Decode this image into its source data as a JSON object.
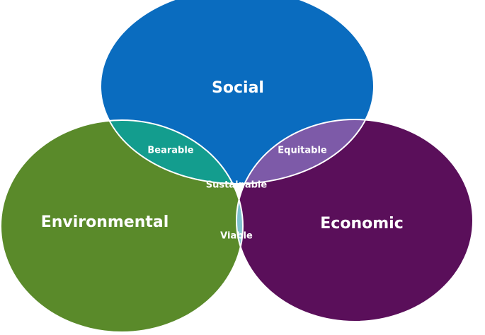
{
  "diagram": {
    "type": "venn-3",
    "sets": [
      {
        "id": "social",
        "label": "Social",
        "color": "#0a6cbf"
      },
      {
        "id": "environmental",
        "label": "Environmental",
        "color": "#5a8a2a"
      },
      {
        "id": "economic",
        "label": "Economic",
        "color": "#5a0f5a"
      }
    ],
    "intersections": [
      {
        "id": "bearable",
        "sets": [
          "social",
          "environmental"
        ],
        "label": "Bearable",
        "color": "#139d8e"
      },
      {
        "id": "equitable",
        "sets": [
          "social",
          "economic"
        ],
        "label": "Equitable",
        "color": "#7d5aa8"
      },
      {
        "id": "viable",
        "sets": [
          "environmental",
          "economic"
        ],
        "label": "Viable",
        "color": "#7fc2cf"
      },
      {
        "id": "sustainable",
        "sets": [
          "social",
          "environmental",
          "economic"
        ],
        "label": "Sustainable",
        "color": "#0d3e74"
      }
    ]
  }
}
